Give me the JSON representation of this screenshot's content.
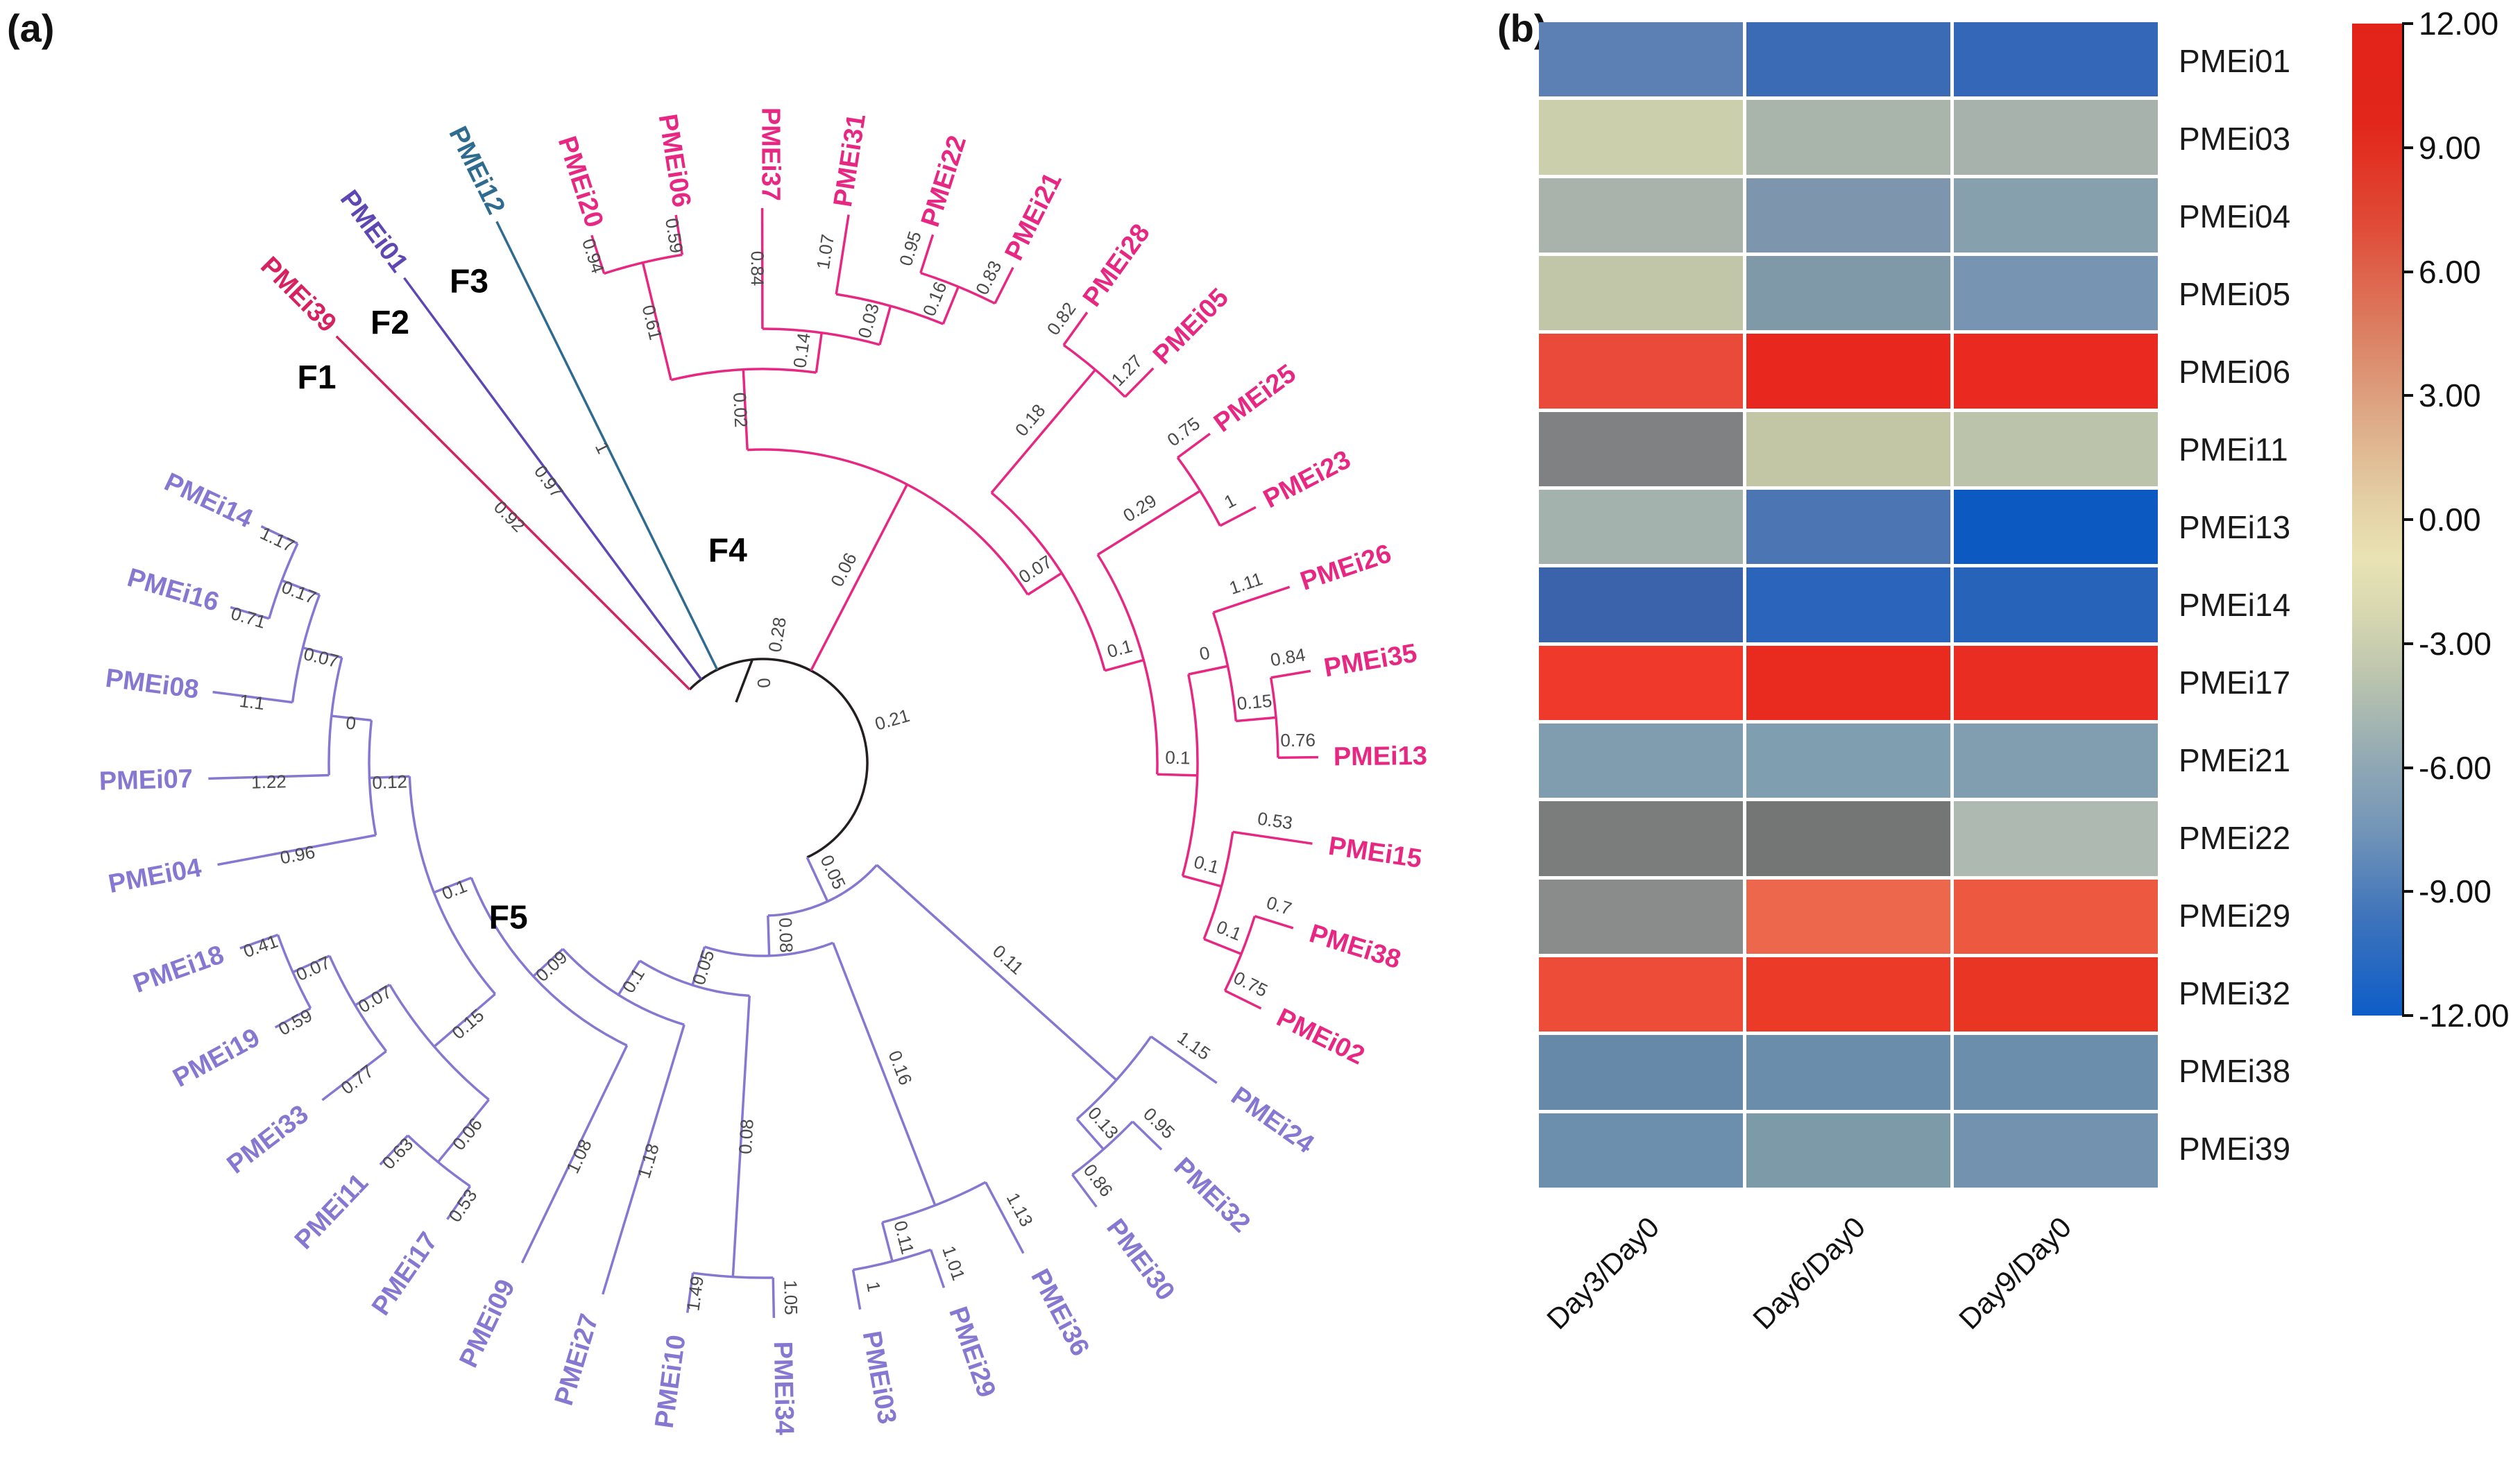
{
  "panel_a": {
    "label": "(a)",
    "family_labels": [
      {
        "text": "F1",
        "angle": 310,
        "r": 840
      },
      {
        "text": "F2",
        "angle": 319,
        "r": 820
      },
      {
        "text": "F3",
        "angle": 328,
        "r": 800
      },
      {
        "text": "F4",
        "angle": 350,
        "r": 295
      },
      {
        "text": "F5",
        "angle": 237,
        "r": 438
      }
    ],
    "root_annotations": [
      {
        "text": "0.28",
        "angle": 9,
        "r": 186
      },
      {
        "text": "0.21",
        "angle": 74,
        "r": 196
      },
      {
        "text": "0",
        "angle": 356,
        "r": 115
      }
    ],
    "colors": {
      "pink": "#e62882",
      "purple": "#8677d0",
      "teal": "#2e6b8e",
      "dark_purple": "#5e47b2",
      "crimson": "#d62360",
      "black": "#231f20",
      "support_text": "#4a4a4a"
    },
    "tree": {
      "s": "",
      "col": "#231f20",
      "c": [
        {
          "n": "PMEi39",
          "s": "0.92",
          "col": "#d62360",
          "angle": 315,
          "r": 870
        },
        {
          "n": "PMEi01",
          "s": "0.97",
          "col": "#5e47b2",
          "angle": 323.5,
          "r": 870
        },
        {
          "n": "PMEi12",
          "s": "1",
          "col": "#2e6b8e",
          "angle": 333.8,
          "r": 870
        },
        {
          "s": "0.06",
          "col": "#e62882",
          "c": [
            {
              "s": "0.02",
              "c": [
                {
                  "s": "0.61",
                  "c": [
                    {
                      "n": "PMEi20",
                      "s": "0.94"
                    },
                    {
                      "n": "PMEi06",
                      "s": "0.59"
                    }
                  ]
                },
                {
                  "s": "0.14",
                  "c": [
                    {
                      "n": "PMEi37",
                      "s": "0.84"
                    },
                    {
                      "s": "0.03",
                      "c": [
                        {
                          "n": "PMEi31",
                          "s": "1.07"
                        },
                        {
                          "s": "0.16",
                          "c": [
                            {
                              "n": "PMEi22",
                              "s": "0.95"
                            },
                            {
                              "n": "PMEi21",
                              "s": "0.83"
                            }
                          ]
                        }
                      ]
                    }
                  ]
                }
              ]
            },
            {
              "s": "0.07",
              "c": [
                {
                  "s": "0.18",
                  "c": [
                    {
                      "n": "PMEi28",
                      "s": "0.82"
                    },
                    {
                      "n": "PMEi05",
                      "s": "1.27"
                    }
                  ]
                },
                {
                  "s": "0.1",
                  "c": [
                    {
                      "s": "0.29",
                      "c": [
                        {
                          "n": "PMEi25",
                          "s": "0.75"
                        },
                        {
                          "n": "PMEi23",
                          "s": "1"
                        }
                      ]
                    },
                    {
                      "s": "0.1",
                      "c": [
                        {
                          "s": "0",
                          "c": [
                            {
                              "n": "PMEi26",
                              "s": "1.11"
                            },
                            {
                              "s": "0.15",
                              "c": [
                                {
                                  "n": "PMEi35",
                                  "s": "0.84"
                                },
                                {
                                  "n": "PMEi13",
                                  "s": "0.76"
                                }
                              ]
                            }
                          ]
                        },
                        {
                          "s": "0.1",
                          "c": [
                            {
                              "n": "PMEi15",
                              "s": "0.53"
                            },
                            {
                              "s": "0.1",
                              "c": [
                                {
                                  "n": "PMEi38",
                                  "s": "0.7"
                                },
                                {
                                  "n": "PMEi02",
                                  "s": "0.75"
                                }
                              ]
                            }
                          ]
                        }
                      ]
                    }
                  ]
                }
              ]
            }
          ]
        },
        {
          "s": "0.05",
          "col": "#8677d0",
          "c": [
            {
              "s": "0.11",
              "c": [
                {
                  "n": "PMEi24",
                  "s": "1.15"
                },
                {
                  "s": "0.13",
                  "c": [
                    {
                      "n": "PMEi32",
                      "s": "0.95"
                    },
                    {
                      "n": "PMEi30",
                      "s": "0.86"
                    }
                  ]
                }
              ]
            },
            {
              "s": "0.08",
              "c": [
                {
                  "s": "0.16",
                  "c": [
                    {
                      "n": "PMEi36",
                      "s": "1.13"
                    },
                    {
                      "s": "0.11",
                      "c": [
                        {
                          "n": "PMEi29",
                          "s": "1.01"
                        },
                        {
                          "n": "PMEi03",
                          "s": "1"
                        }
                      ]
                    }
                  ]
                },
                {
                  "s": "0.05",
                  "c": [
                    {
                      "s": "0.08",
                      "c": [
                        {
                          "n": "PMEi34",
                          "s": "1.05"
                        },
                        {
                          "n": "PMEi10",
                          "s": "1.49"
                        }
                      ]
                    },
                    {
                      "s": "0.1",
                      "c": [
                        {
                          "n": "PMEi27",
                          "s": "1.18"
                        },
                        {
                          "s": "0.09",
                          "c": [
                            {
                              "n": "PMEi09",
                              "s": "1.08"
                            },
                            {
                              "s": "0.1",
                              "c": [
                                {
                                  "s": "0.15",
                                  "c": [
                                    {
                                      "s": "0.06",
                                      "c": [
                                        {
                                          "n": "PMEi17",
                                          "s": "0.53"
                                        },
                                        {
                                          "n": "PMEi11",
                                          "s": "0.63"
                                        }
                                      ]
                                    },
                                    {
                                      "s": "0.07",
                                      "c": [
                                        {
                                          "n": "PMEi33",
                                          "s": "0.77"
                                        },
                                        {
                                          "s": "0.07",
                                          "c": [
                                            {
                                              "n": "PMEi19",
                                              "s": "0.59"
                                            },
                                            {
                                              "n": "PMEi18",
                                              "s": "0.41"
                                            }
                                          ]
                                        }
                                      ]
                                    }
                                  ]
                                },
                                {
                                  "s": "0.12",
                                  "c": [
                                    {
                                      "n": "PMEi04",
                                      "s": "0.96"
                                    },
                                    {
                                      "s": "0",
                                      "c": [
                                        {
                                          "n": "PMEi07",
                                          "s": "1.22"
                                        },
                                        {
                                          "s": "0.07",
                                          "c": [
                                            {
                                              "n": "PMEi08",
                                              "s": "1.1"
                                            },
                                            {
                                              "s": "0.17",
                                              "c": [
                                                {
                                                  "n": "PMEi16",
                                                  "s": "0.71"
                                                },
                                                {
                                                  "n": "PMEi14",
                                                  "s": "1.17"
                                                }
                                              ]
                                            }
                                          ]
                                        }
                                      ]
                                    }
                                  ]
                                }
                              ]
                            }
                          ]
                        }
                      ]
                    }
                  ]
                }
              ]
            }
          ]
        }
      ]
    }
  },
  "panel_b": {
    "label": "(b)",
    "columns": [
      "Day3/Day0",
      "Day6/Day0",
      "Day9/Day0"
    ],
    "rows": [
      {
        "name": "PMEi01",
        "colors": [
          "#5c80b3",
          "#3c6bb5",
          "#3467b8"
        ],
        "values": [
          -8.5,
          -9.5,
          -10
        ]
      },
      {
        "name": "PMEi03",
        "colors": [
          "#cbcfac",
          "#a9b4ab",
          "#a6b2ab"
        ],
        "values": [
          -2.5,
          -4,
          -4
        ]
      },
      {
        "name": "PMEi04",
        "colors": [
          "#a9b2ab",
          "#7e96ad",
          "#87a0ad"
        ],
        "values": [
          -4,
          -6,
          -5.5
        ]
      },
      {
        "name": "PMEi05",
        "colors": [
          "#c2c6a8",
          "#8099a9",
          "#7795b3"
        ],
        "values": [
          -3,
          -5.5,
          -6
        ]
      },
      {
        "name": "PMEi06",
        "colors": [
          "#ea4a39",
          "#e8271f",
          "#ea2a20"
        ],
        "values": [
          8.5,
          10.5,
          10.5
        ]
      },
      {
        "name": "PMEi11",
        "colors": [
          "#7f8182",
          "#c3c6a4",
          "#bcc3ab"
        ],
        "values": [
          null,
          -2.5,
          -3
        ]
      },
      {
        "name": "PMEi13",
        "colors": [
          "#a4b2ad",
          "#4c76b3",
          "#0c59c1"
        ],
        "values": [
          -4,
          -9,
          -11.5
        ]
      },
      {
        "name": "PMEi14",
        "colors": [
          "#3b63ac",
          "#2a64bb",
          "#2763b8"
        ],
        "values": [
          -9.5,
          -10,
          -10
        ]
      },
      {
        "name": "PMEi17",
        "colors": [
          "#ee392b",
          "#e92b1f",
          "#ea2d22"
        ],
        "values": [
          9.5,
          10.5,
          10.5
        ]
      },
      {
        "name": "PMEi21",
        "colors": [
          "#7f9dae",
          "#7f9fb1",
          "#809eb0"
        ],
        "values": [
          -5.5,
          -5.5,
          -5.5
        ]
      },
      {
        "name": "PMEi22",
        "colors": [
          "#7b7d7d",
          "#747676",
          "#aebab1"
        ],
        "values": [
          null,
          null,
          -4
        ]
      },
      {
        "name": "PMEi29",
        "colors": [
          "#8a8c8c",
          "#ed674d",
          "#ec5940"
        ],
        "values": [
          null,
          7,
          7.5
        ]
      },
      {
        "name": "PMEi32",
        "colors": [
          "#ec4c38",
          "#eb3a28",
          "#e93524"
        ],
        "values": [
          8,
          9.5,
          10
        ]
      },
      {
        "name": "PMEi38",
        "colors": [
          "#6689a9",
          "#6b8dac",
          "#6c8ead"
        ],
        "values": [
          -7,
          -7,
          -7
        ]
      },
      {
        "name": "PMEi39",
        "colors": [
          "#6d8fae",
          "#7d9aa9",
          "#7292af"
        ],
        "values": [
          -6.5,
          -5,
          -6.5
        ]
      }
    ],
    "colorbar": {
      "tick_labels": [
        "12.00",
        "9.00",
        "6.00",
        "3.00",
        "0.00",
        "-3.00",
        "-6.00",
        "-9.00",
        "-12.00"
      ],
      "gradient": [
        {
          "p": 0,
          "c": "#e2231a"
        },
        {
          "p": 10,
          "c": "#e2261b"
        },
        {
          "p": 20,
          "c": "#e04a36"
        },
        {
          "p": 30,
          "c": "#dc7a5e"
        },
        {
          "p": 40,
          "c": "#ddab88"
        },
        {
          "p": 48,
          "c": "#e4cfa4"
        },
        {
          "p": 54,
          "c": "#e9e3b4"
        },
        {
          "p": 60,
          "c": "#d5d6b0"
        },
        {
          "p": 66,
          "c": "#bac4ae"
        },
        {
          "p": 74,
          "c": "#93aab4"
        },
        {
          "p": 82,
          "c": "#6f93b8"
        },
        {
          "p": 90,
          "c": "#3f74bb"
        },
        {
          "p": 100,
          "c": "#0d5dc8"
        }
      ]
    }
  },
  "chart_data": {
    "type": "heatmap",
    "title": "",
    "columns": [
      "Day3/Day0",
      "Day6/Day0",
      "Day9/Day0"
    ],
    "rows": [
      "PMEi01",
      "PMEi03",
      "PMEi04",
      "PMEi05",
      "PMEi06",
      "PMEi11",
      "PMEi13",
      "PMEi14",
      "PMEi17",
      "PMEi21",
      "PMEi22",
      "PMEi29",
      "PMEi32",
      "PMEi38",
      "PMEi39"
    ],
    "values": [
      [
        -8.5,
        -9.5,
        -10
      ],
      [
        -2.5,
        -4,
        -4
      ],
      [
        -4,
        -6,
        -5.5
      ],
      [
        -3,
        -5.5,
        -6
      ],
      [
        8.5,
        10.5,
        10.5
      ],
      [
        null,
        -2.5,
        -3
      ],
      [
        -4,
        -9,
        -11.5
      ],
      [
        -9.5,
        -10,
        -10
      ],
      [
        9.5,
        10.5,
        10.5
      ],
      [
        -5.5,
        -5.5,
        -5.5
      ],
      [
        null,
        null,
        -4
      ],
      [
        null,
        7,
        7.5
      ],
      [
        8,
        9.5,
        10
      ],
      [
        -7,
        -7,
        -7
      ],
      [
        -6.5,
        -5,
        -6.5
      ]
    ],
    "note_null_means": "gray cell (no data)",
    "colorbar": {
      "min": -12,
      "max": 12,
      "ticks": [
        12,
        9,
        6,
        3,
        0,
        -3,
        -6,
        -9,
        -12
      ]
    },
    "legend_position": "right"
  }
}
